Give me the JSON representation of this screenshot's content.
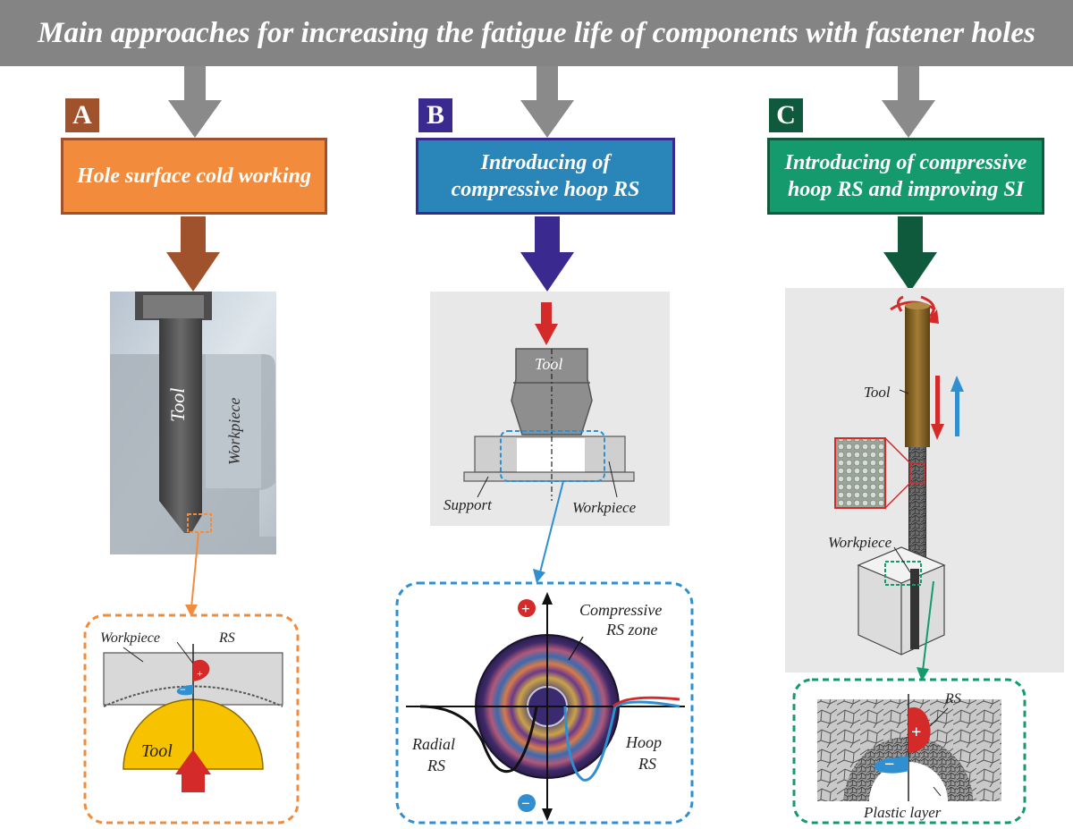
{
  "title": "Main approaches for increasing the fatigue life of components with fastener holes",
  "colors": {
    "title_bar": "#848484",
    "gray_arrow": "#8a8a8a",
    "a_brown": "#a0522d",
    "a_orange": "#f28c3c",
    "b_purple": "#3a2a8f",
    "b_blue": "#2a86b8",
    "c_green": "#0f5a3c",
    "c_teal": "#159a6e",
    "rs_red": "#d42a2a",
    "rs_blue": "#2f8fd0"
  },
  "approaches": [
    {
      "letter": "A",
      "heading": "Hole surface cold working",
      "image_labels": {
        "tool": "Tool",
        "workpiece": "Workpiece"
      },
      "detail_labels": {
        "workpiece": "Workpiece",
        "rs": "RS",
        "tool": "Tool",
        "plus": "+",
        "minus": "−"
      }
    },
    {
      "letter": "B",
      "heading": "Introducing of compressive hoop RS",
      "image_labels": {
        "tool": "Tool",
        "support": "Support",
        "workpiece": "Workpiece"
      },
      "detail_labels": {
        "compressive_1": "Compressive",
        "compressive_2": "RS zone",
        "radial_1": "Radial",
        "radial_2": "RS",
        "hoop_1": "Hoop",
        "hoop_2": "RS",
        "plus": "+",
        "minus": "−"
      }
    },
    {
      "letter": "C",
      "heading": "Introducing of compressive hoop RS and improving SI",
      "image_labels": {
        "tool": "Tool",
        "workpiece": "Workpiece"
      },
      "detail_labels": {
        "rs": "RS",
        "plastic_layer": "Plastic layer",
        "plus": "+",
        "minus": "−"
      }
    }
  ]
}
